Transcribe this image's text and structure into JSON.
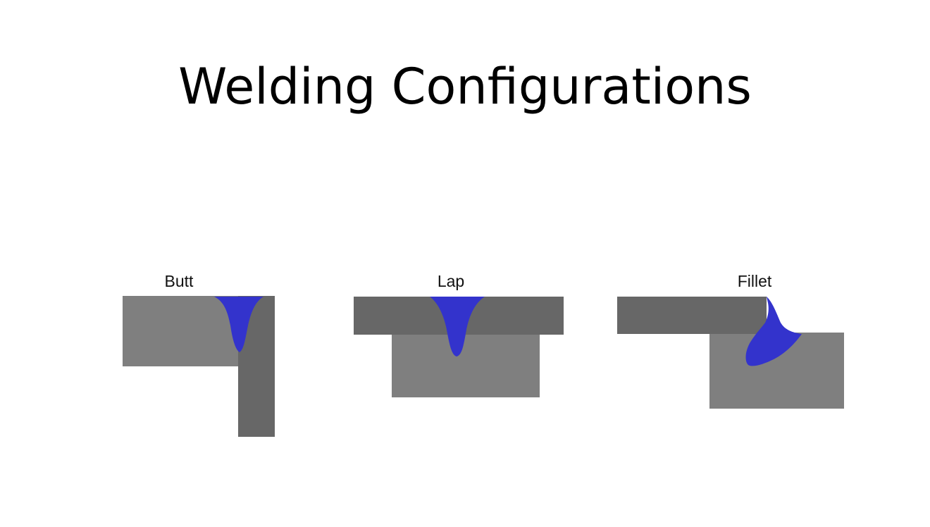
{
  "title": "Welding Configurations",
  "colors": {
    "plate_light": "#7f7f7f",
    "plate_dark": "#676767",
    "weld": "#3333cc",
    "background": "#ffffff"
  },
  "configurations": [
    {
      "label": "Butt"
    },
    {
      "label": "Lap"
    },
    {
      "label": "Fillet"
    }
  ]
}
